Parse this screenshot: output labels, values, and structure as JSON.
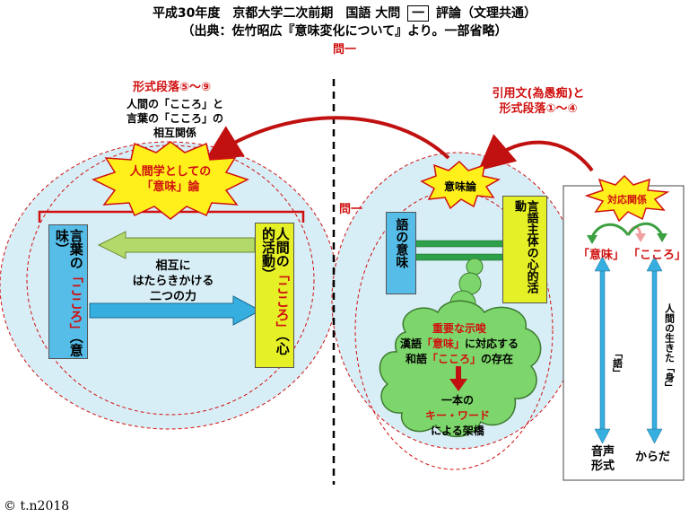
{
  "header": {
    "line1_a": "平成30年度　京都大学二次前期　国語 大問",
    "line1_num": "一",
    "line1_b": "評論（文理共通）",
    "line2": "（出典：佐竹昭広『意味変化について』より。一部省略）",
    "line3": "問一"
  },
  "left": {
    "section_label": "形式段落⑤～⑨",
    "note": [
      "人間の「こころ」と",
      "言葉の「こころ」の",
      "相互関係"
    ],
    "burst": [
      "人間学としての",
      "「意味」論"
    ],
    "box_left": {
      "pre": "言葉の",
      "red": "「こころ」",
      "post": "（意味）"
    },
    "box_right": {
      "pre": "人間の",
      "red": "「こころ」",
      "post": "（心的活動）"
    },
    "middle": [
      "相互に",
      "はたらきかける",
      "二つの力"
    ]
  },
  "right": {
    "section_label": [
      "引用文(為愚痴)と",
      "形式段落①～④"
    ],
    "label_q1": "問一",
    "burst": "意味論",
    "box_meaning": "語の意味",
    "box_activity": "言語主体の心的活動",
    "cloud": {
      "title": "重要な示唆",
      "l1_pre": "漢語",
      "l1_red": "「意味」",
      "l1_post": "に対応する",
      "l2_pre": "和語",
      "l2_red": "「こころ」",
      "l2_post": "の存在",
      "l3": "一本の",
      "l4": "キー・ワード",
      "l5": "による架橋"
    }
  },
  "panel": {
    "burst": "対応関係",
    "imi": "「意味」",
    "kokoro": "「こころ」",
    "col1_side": "「語」",
    "col1_bottom": [
      "音声",
      "形式"
    ],
    "col2_side": "人間の生きた「身」",
    "col2_bottom": "からだ"
  },
  "copyright": "© t.n2018",
  "colors": {
    "ellipse_fill": "#d8eef6",
    "red": "#d01010",
    "box_blue": "#56bde8",
    "box_yellow": "#e6f026",
    "arrow_green": "#b3d96b",
    "arrow_blue": "#36aee0",
    "cloud_green": "#7dd66b",
    "burst_yellow": "#ffef1a"
  }
}
